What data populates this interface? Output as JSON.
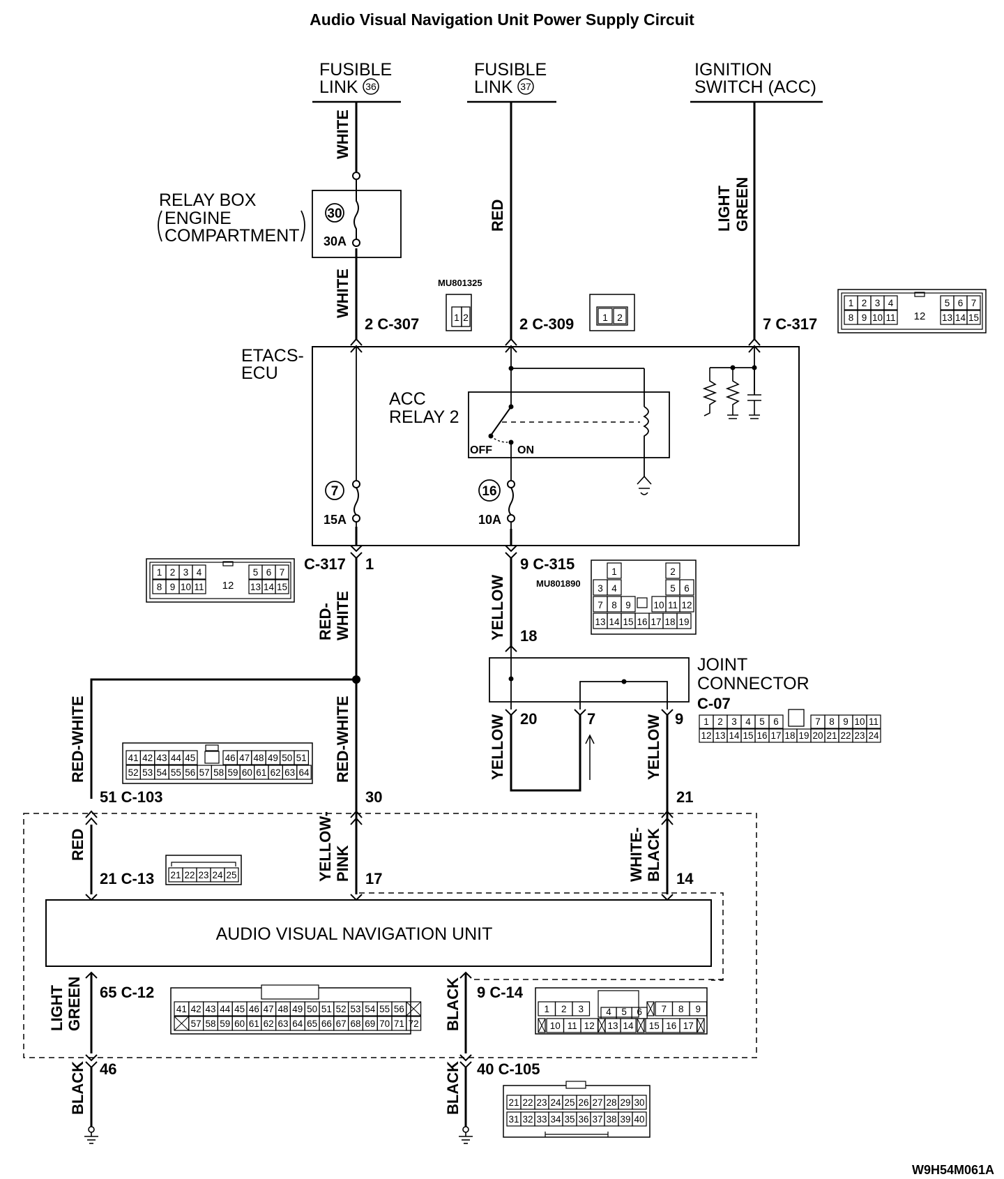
{
  "title": "Audio Visual Navigation Unit Power Supply Circuit",
  "footer_code": "W9H54M061A",
  "sources": {
    "fusible_link_36": {
      "line1": "FUSIBLE",
      "line2": "LINK",
      "num": "36"
    },
    "fusible_link_37": {
      "line1": "FUSIBLE",
      "line2": "LINK",
      "num": "37"
    },
    "ignition": {
      "line1": "IGNITION",
      "line2": "SWITCH (ACC)"
    }
  },
  "relay_box": {
    "line1": "RELAY BOX",
    "line2": "ENGINE",
    "line3": "COMPARTMENT",
    "fuse_num": "30",
    "fuse_amp": "30A"
  },
  "etacs": {
    "line1": "ETACS-",
    "line2": "ECU",
    "relay_line1": "ACC",
    "relay_line2": "RELAY 2",
    "off": "OFF",
    "on": "ON",
    "fuse7_num": "7",
    "fuse7_amp": "15A",
    "fuse16_num": "16",
    "fuse16_amp": "10A"
  },
  "joint": {
    "line1": "JOINT",
    "line2": "CONNECTOR",
    "code": "C-07"
  },
  "unit": {
    "label": "AUDIO VISUAL NAVIGATION UNIT"
  },
  "wire_colors": {
    "white_top": "WHITE",
    "white_mid": "WHITE",
    "red": "RED",
    "light": "LIGHT",
    "green": "GREEN",
    "red_white_1a": "RED-",
    "red_white_1b": "WHITE",
    "red_white_2": "RED-WHITE",
    "red_white_3": "RED-WHITE",
    "yellow_1": "YELLOW",
    "yellow_2": "YELLOW",
    "yellow_3": "YELLOW",
    "red_2": "RED",
    "yellow_pink_a": "YELLOW-",
    "yellow_pink_b": "PINK",
    "white_black_a": "WHITE-",
    "white_black_b": "BLACK",
    "black_1": "BLACK",
    "black_2": "BLACK",
    "black_3": "BLACK"
  },
  "connectors": {
    "c307": {
      "label": "2  C-307",
      "part": "MU801325",
      "pins": [
        "1",
        "2"
      ]
    },
    "c309": {
      "label": "2  C-309",
      "pins": [
        "1",
        "2"
      ]
    },
    "c317_top": {
      "label": "7  C-317"
    },
    "c317_bot": {
      "label": "C-317",
      "pin": "1"
    },
    "c317_pins": {
      "row1": [
        "1",
        "2",
        "3",
        "4",
        "5",
        "6",
        "7"
      ],
      "row2": [
        "8",
        "9",
        "10",
        "11",
        "13",
        "14",
        "15"
      ],
      "center": "12"
    },
    "c315": {
      "label": "9  C-315",
      "part": "MU801890",
      "rows": [
        [
          "1",
          "2"
        ],
        [
          "3",
          "4",
          "5",
          "6"
        ],
        [
          "7",
          "8",
          "9",
          "10",
          "11",
          "12"
        ],
        [
          "13",
          "14",
          "15",
          "16",
          "17",
          "18",
          "19"
        ]
      ]
    },
    "joint_pins": {
      "p18": "18",
      "p20": "20",
      "p7": "7",
      "p9": "9",
      "p21": "21",
      "row1": [
        "1",
        "2",
        "3",
        "4",
        "5",
        "6",
        "7",
        "8",
        "9",
        "10",
        "11"
      ],
      "row2": [
        "12",
        "13",
        "14",
        "15",
        "16",
        "17",
        "18",
        "19",
        "20",
        "21",
        "22",
        "23",
        "24"
      ]
    },
    "c103": {
      "label": "51  C-103",
      "row1": [
        "41",
        "42",
        "43",
        "44",
        "45",
        "46",
        "47",
        "48",
        "49",
        "50",
        "51"
      ],
      "row2": [
        "52",
        "53",
        "54",
        "55",
        "56",
        "57",
        "58",
        "59",
        "60",
        "61",
        "62",
        "63",
        "64"
      ]
    },
    "c30": {
      "pin": "30"
    },
    "c13": {
      "label": "21  C-13",
      "pins": [
        "21",
        "22",
        "23",
        "24",
        "25"
      ]
    },
    "c17": {
      "pin": "17"
    },
    "c14pin": {
      "pin": "14"
    },
    "c12": {
      "label": "65  C-12",
      "row1": [
        "41",
        "42",
        "43",
        "44",
        "45",
        "46",
        "47",
        "48",
        "49",
        "50",
        "51",
        "52",
        "53",
        "54",
        "55",
        "56"
      ],
      "row2": [
        "57",
        "58",
        "59",
        "60",
        "61",
        "62",
        "63",
        "64",
        "65",
        "66",
        "67",
        "68",
        "69",
        "70",
        "71",
        "72"
      ]
    },
    "c14": {
      "label": "9  C-14",
      "row1": [
        "1",
        "2",
        "3",
        "4",
        "5",
        "6",
        "7",
        "8",
        "9"
      ],
      "row2": [
        "10",
        "11",
        "12",
        "13",
        "14",
        "15",
        "16",
        "17"
      ]
    },
    "pin46": {
      "pin": "46"
    },
    "c105": {
      "label": "40  C-105",
      "row1": [
        "21",
        "22",
        "23",
        "24",
        "25",
        "26",
        "27",
        "28",
        "29",
        "30"
      ],
      "row2": [
        "31",
        "32",
        "33",
        "34",
        "35",
        "36",
        "37",
        "38",
        "39",
        "40"
      ]
    }
  }
}
